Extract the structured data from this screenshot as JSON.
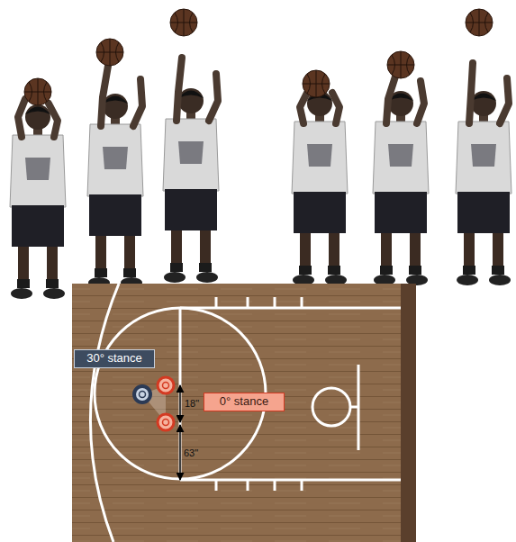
{
  "diagram": {
    "nodes": [
      {
        "text": [
          "30° stance"
        ]
      },
      {
        "text": [
          "0° stance"
        ]
      }
    ],
    "labels": [
      "18\"",
      "63\""
    ]
  }
}
